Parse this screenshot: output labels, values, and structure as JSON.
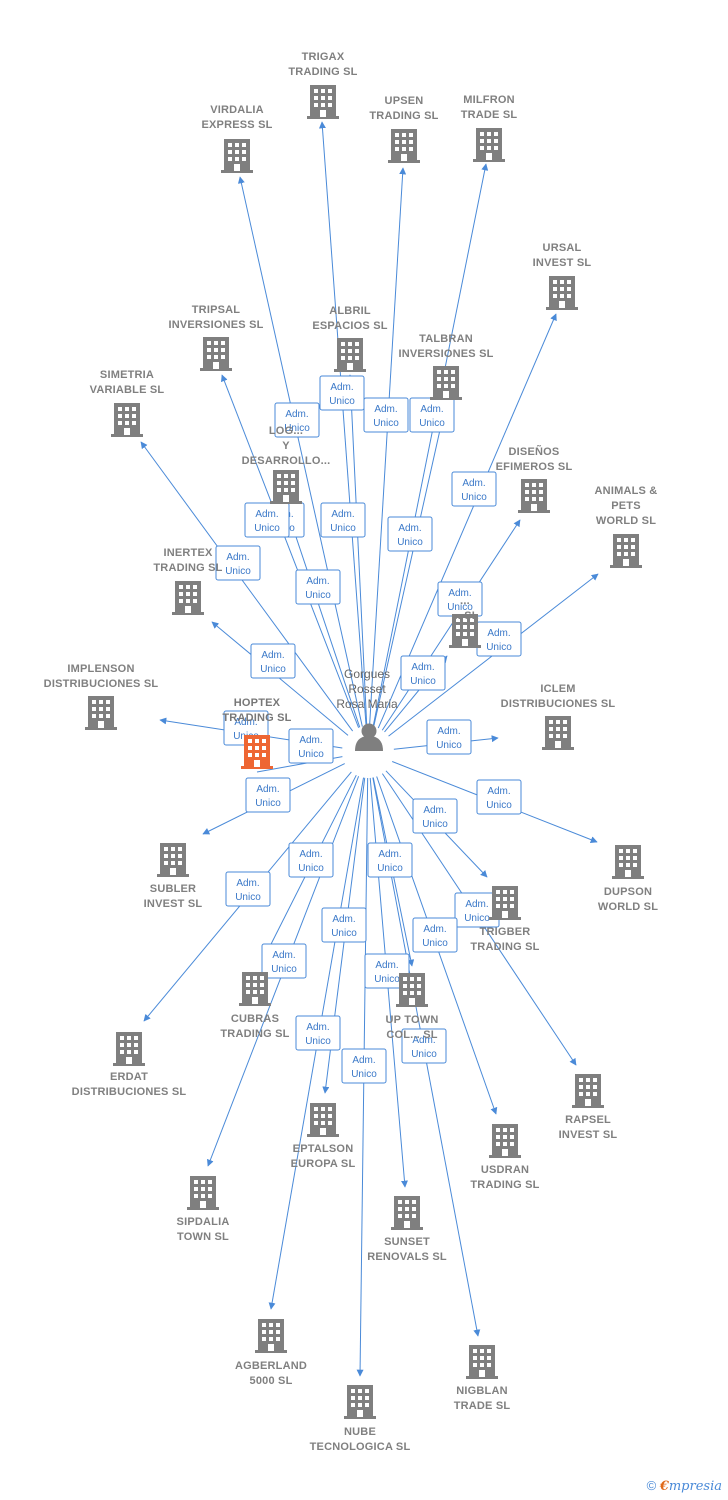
{
  "colors": {
    "edge": "#4a8ad8",
    "building": "#7f7f7f",
    "highlight": "#ee6633",
    "label": "#808080"
  },
  "person": {
    "name_lines": [
      "Gorgues",
      "Rosset",
      "Rosa Maria"
    ],
    "icon": "person-icon"
  },
  "role_label": [
    "Adm.",
    "Unico"
  ],
  "companies": [
    {
      "id": "trigax",
      "lines": [
        "TRIGAX",
        "TRADING SL"
      ]
    },
    {
      "id": "virdalia",
      "lines": [
        "VIRDALIA",
        "EXPRESS SL"
      ]
    },
    {
      "id": "upsen",
      "lines": [
        "UPSEN",
        "TRADING SL"
      ]
    },
    {
      "id": "milfron",
      "lines": [
        "MILFRON",
        "TRADE SL"
      ]
    },
    {
      "id": "ursal",
      "lines": [
        "URSAL",
        "INVEST SL"
      ]
    },
    {
      "id": "tripsal",
      "lines": [
        "TRIPSAL",
        "INVERSIONES SL"
      ]
    },
    {
      "id": "albril",
      "lines": [
        "ALBRIL",
        "ESPACIOS SL"
      ]
    },
    {
      "id": "talbran",
      "lines": [
        "TALBRAN",
        "INVERSIONES SL"
      ]
    },
    {
      "id": "simetria",
      "lines": [
        "SIMETRIA",
        "VARIABLE SL"
      ]
    },
    {
      "id": "logistica",
      "lines": [
        "LOG...",
        "Y",
        "DESARROLLO..."
      ]
    },
    {
      "id": "disenos",
      "lines": [
        "DISEÑOS",
        "EFIMEROS SL"
      ]
    },
    {
      "id": "animals",
      "lines": [
        "ANIMALS &",
        "PETS",
        "WORLD SL"
      ]
    },
    {
      "id": "inertex",
      "lines": [
        "INERTEX",
        "TRADING SL"
      ]
    },
    {
      "id": "hidden",
      "lines": [
        "...",
        "... SL"
      ]
    },
    {
      "id": "implenson",
      "lines": [
        "IMPLENSON",
        "DISTRIBUCIONES SL"
      ]
    },
    {
      "id": "hoptex",
      "lines": [
        "HOPTEX",
        "TRADING SL"
      ],
      "highlight": true
    },
    {
      "id": "iclem",
      "lines": [
        "ICLEM",
        "DISTRIBUCIONES SL"
      ]
    },
    {
      "id": "subler",
      "lines": [
        "SUBLER",
        "INVEST SL"
      ]
    },
    {
      "id": "dupson",
      "lines": [
        "DUPSON",
        "WORLD SL"
      ]
    },
    {
      "id": "trigber",
      "lines": [
        "TRIGBER",
        "TRADING SL"
      ]
    },
    {
      "id": "cubras",
      "lines": [
        "CUBRAS",
        "TRADING SL"
      ]
    },
    {
      "id": "uptown",
      "lines": [
        "UP TOWN",
        "COL... SL"
      ]
    },
    {
      "id": "erdat",
      "lines": [
        "ERDAT",
        "DISTRIBUCIONES SL"
      ]
    },
    {
      "id": "rapsel",
      "lines": [
        "RAPSEL",
        "INVEST SL"
      ]
    },
    {
      "id": "eptalson",
      "lines": [
        "EPTALSON",
        "EUROPA SL"
      ]
    },
    {
      "id": "usdran",
      "lines": [
        "USDRAN",
        "TRADING SL"
      ]
    },
    {
      "id": "sipdalia",
      "lines": [
        "SIPDALIA",
        "TOWN SL"
      ]
    },
    {
      "id": "sunset",
      "lines": [
        "SUNSET",
        "RENOVALS SL"
      ]
    },
    {
      "id": "agberland",
      "lines": [
        "AGBERLAND",
        "5000 SL"
      ]
    },
    {
      "id": "nigblan",
      "lines": [
        "NIGBLAN",
        "TRADE SL"
      ]
    },
    {
      "id": "nube",
      "lines": [
        "NUBE",
        "TECNOLOGICA SL"
      ]
    }
  ],
  "footer": {
    "copyright": "©",
    "brand_initial": "€",
    "brand_rest": "mpresia"
  }
}
